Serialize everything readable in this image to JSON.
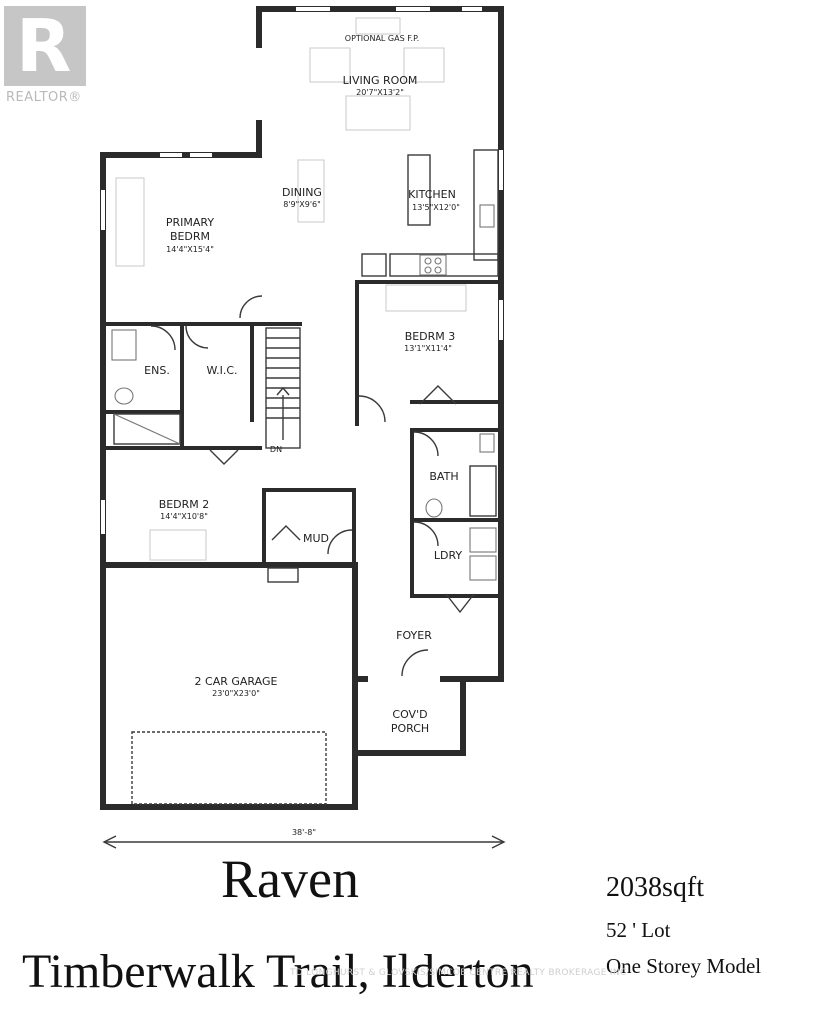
{
  "logo": {
    "brand": "REALTOR®",
    "mark": "R"
  },
  "floorplan": {
    "optional_fireplace": "OPTIONAL GAS F.P.",
    "rooms": {
      "living_room": {
        "name": "LIVING ROOM",
        "size": "20'7\"X13'2\""
      },
      "dining": {
        "name": "DINING",
        "size": "8'9\"X9'6\""
      },
      "kitchen": {
        "name": "KITCHEN",
        "size": "13'5\"X12'0\""
      },
      "primary_bedroom": {
        "name_line1": "PRIMARY",
        "name_line2": "BEDRM",
        "size": "14'4\"X15'4\""
      },
      "bedroom_3": {
        "name": "BEDRM 3",
        "size": "13'1\"X11'4\""
      },
      "ensuite": {
        "name": "ENS."
      },
      "wic": {
        "name": "W.I.C."
      },
      "bath": {
        "name": "BATH"
      },
      "bedroom_2": {
        "name": "BEDRM 2",
        "size": "14'4\"X10'8\""
      },
      "mud": {
        "name": "MUD"
      },
      "laundry": {
        "name": "LDRY"
      },
      "foyer": {
        "name": "FOYER"
      },
      "garage": {
        "name": "2 CAR GARAGE",
        "size": "23'0\"X23'0\""
      },
      "porch": {
        "name_line1": "COV'D",
        "name_line2": "PORCH"
      },
      "stair_dn": "DN"
    },
    "width_dimension": "38'-8\""
  },
  "model_name": "Raven",
  "location": "Timberwalk Trail, Ilderton",
  "square_footage": "2038sqft",
  "lot_size": "52 ' Lot",
  "model_type": "One Storey Model",
  "watermark": "TD LONGHURST & GLOVSKIS/SIMCOE CENTRE REALTY BROKERAGE INC"
}
